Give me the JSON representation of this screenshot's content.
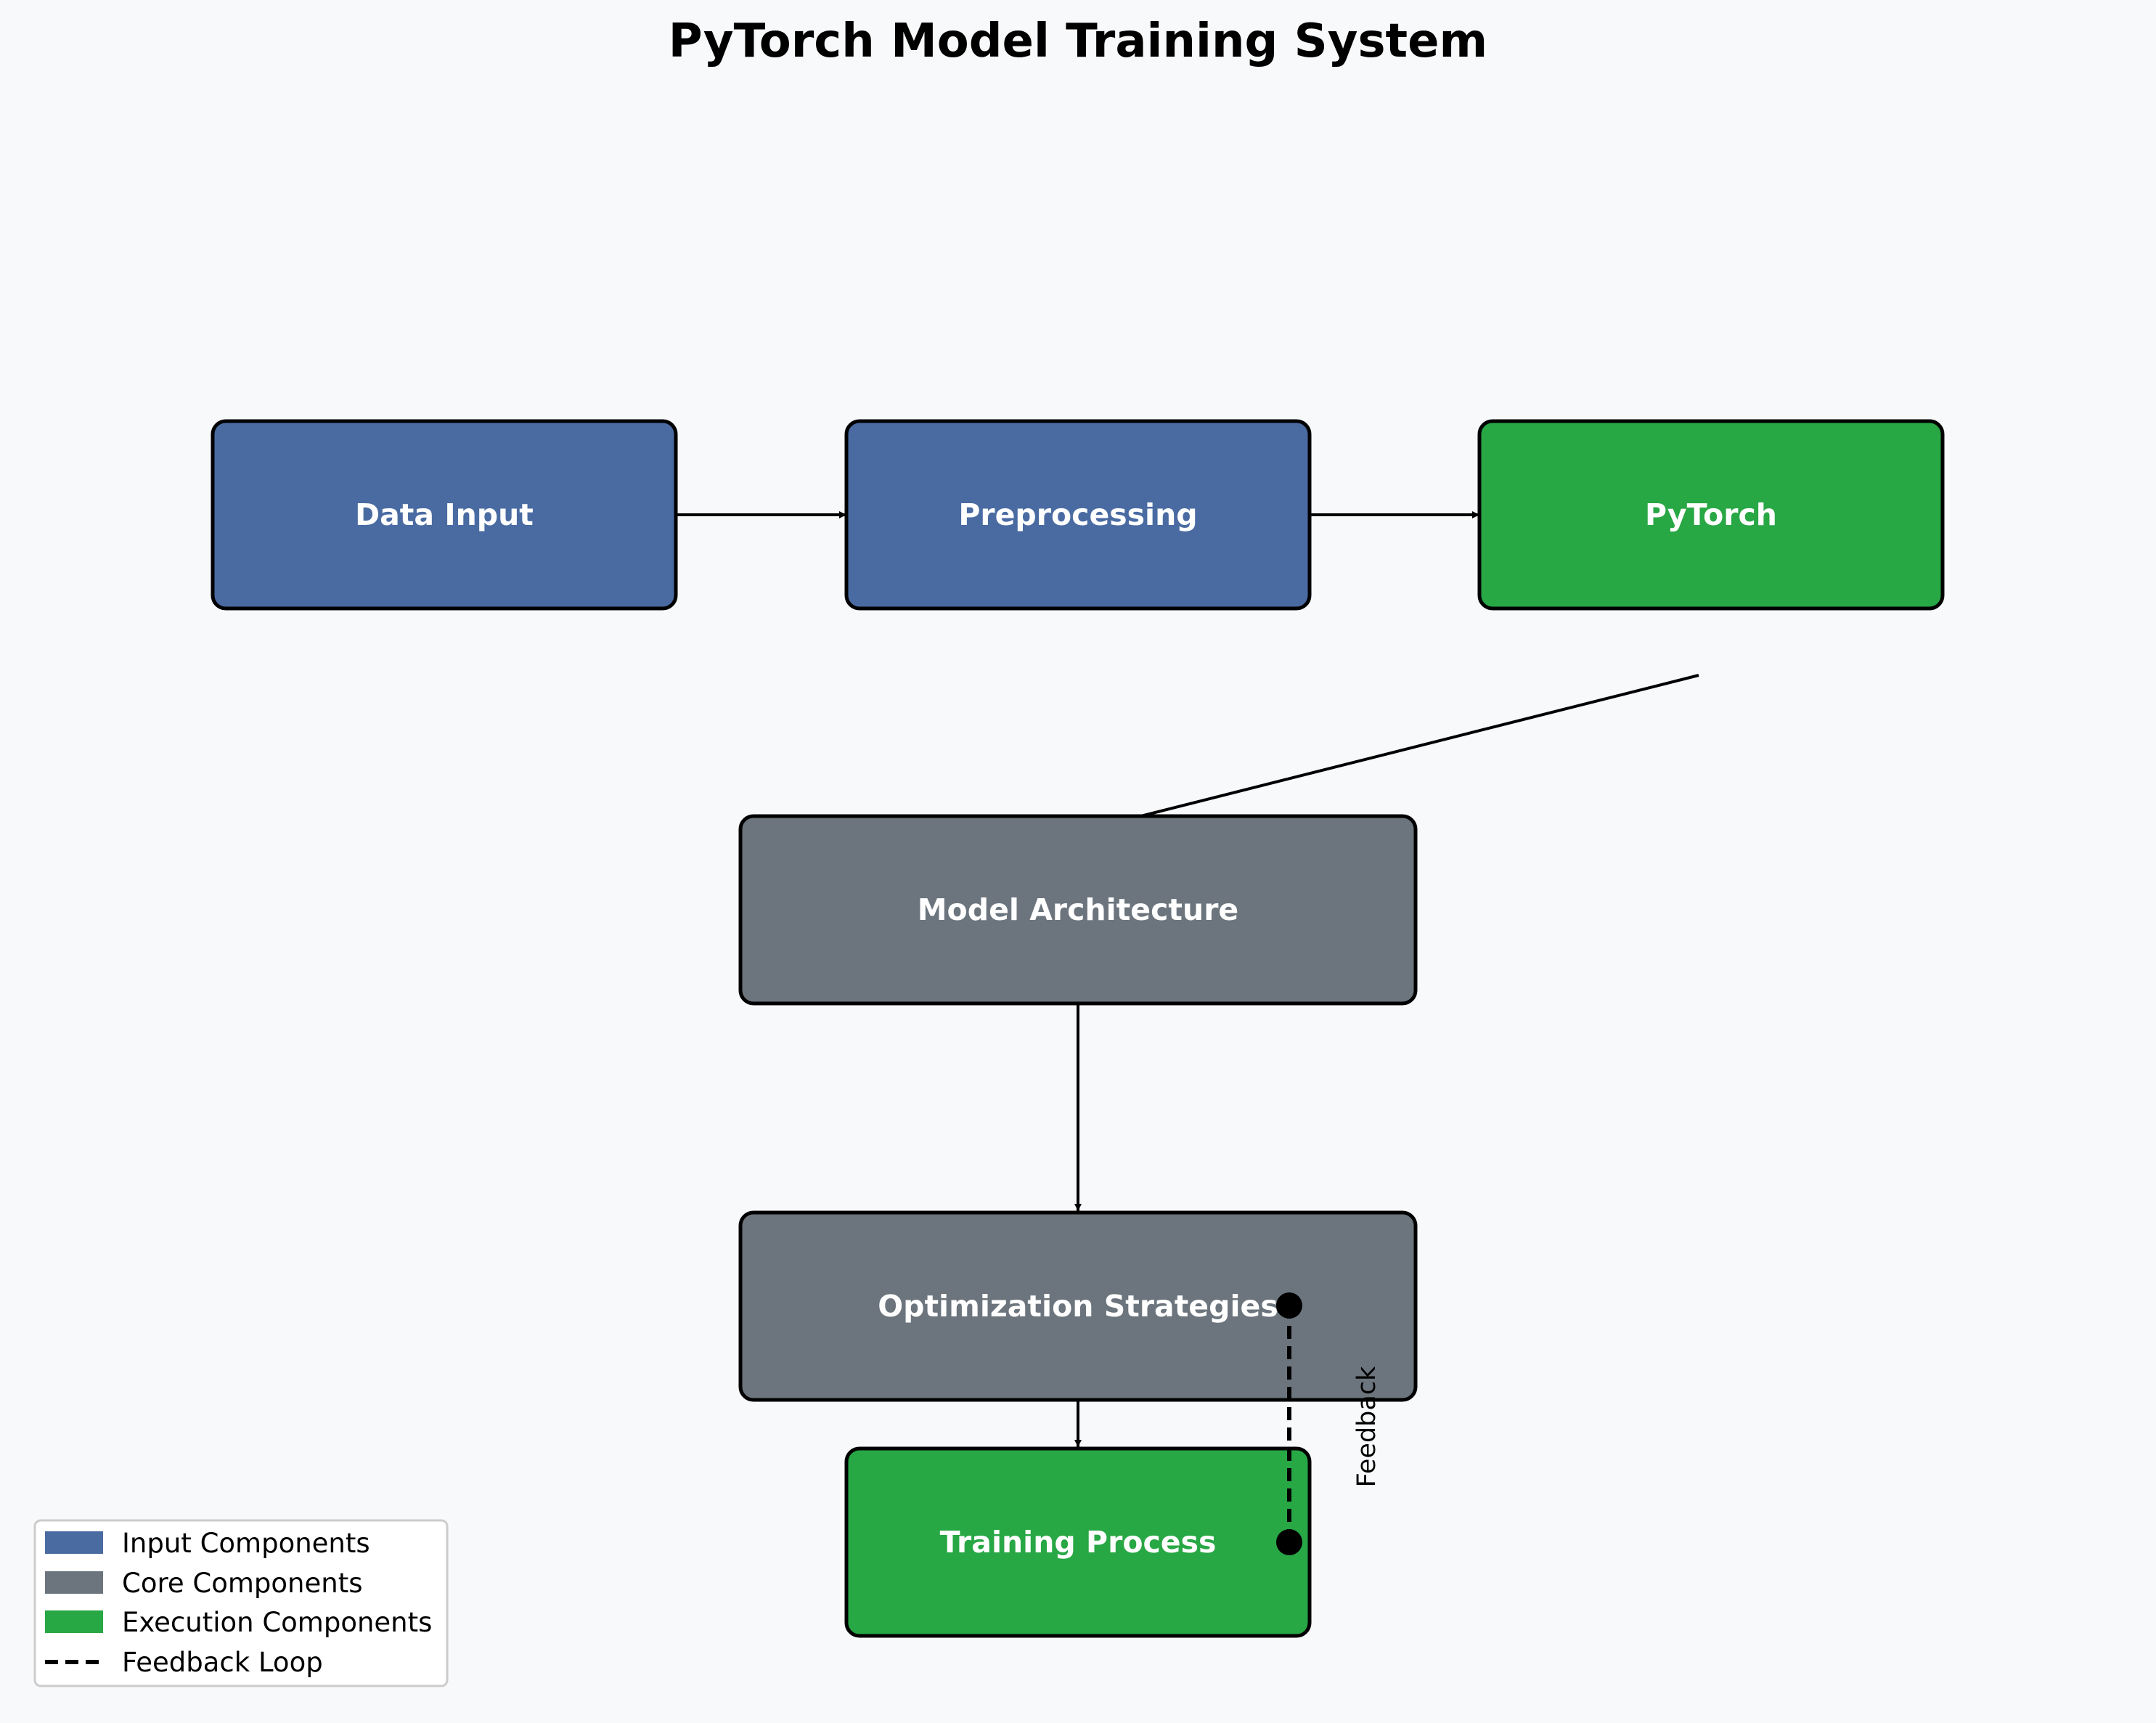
{
  "title": "PyTorch Model Training System",
  "colors": {
    "input": "#4a6ba2",
    "core": "#6c757d",
    "execution": "#28a745",
    "border": "#000000",
    "background": "#f8f9fa"
  },
  "nodes": [
    {
      "id": "data-input",
      "label": "Data Input",
      "group": "input"
    },
    {
      "id": "preprocessing",
      "label": "Preprocessing",
      "group": "input"
    },
    {
      "id": "pytorch",
      "label": "PyTorch",
      "group": "execution"
    },
    {
      "id": "model-architecture",
      "label": "Model Architecture",
      "group": "core"
    },
    {
      "id": "optimization-strategies",
      "label": "Optimization Strategies",
      "group": "core"
    },
    {
      "id": "training-process",
      "label": "Training Process",
      "group": "execution"
    }
  ],
  "edges": [
    {
      "from": "data-input",
      "to": "preprocessing",
      "style": "solid"
    },
    {
      "from": "preprocessing",
      "to": "pytorch",
      "style": "solid"
    },
    {
      "from": "pytorch",
      "to": "model-architecture",
      "style": "solid"
    },
    {
      "from": "model-architecture",
      "to": "optimization-strategies",
      "style": "solid"
    },
    {
      "from": "optimization-strategies",
      "to": "training-process",
      "style": "solid"
    },
    {
      "from": "training-process",
      "to": "optimization-strategies",
      "style": "dashed",
      "label": "Feedback"
    }
  ],
  "legend": [
    {
      "label": "Input Components",
      "kind": "patch",
      "group": "input"
    },
    {
      "label": "Core Components",
      "kind": "patch",
      "group": "core"
    },
    {
      "label": "Execution Components",
      "kind": "patch",
      "group": "execution"
    },
    {
      "label": "Feedback Loop",
      "kind": "dashed-line"
    }
  ]
}
